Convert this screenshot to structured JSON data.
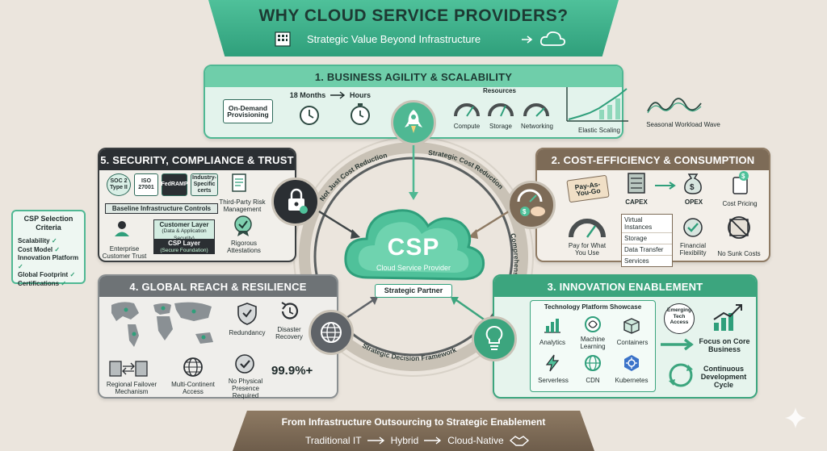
{
  "header": {
    "title": "WHY CLOUD SERVICE PROVIDERS?",
    "subtitle": "Strategic Value Beyond Infrastructure"
  },
  "center": {
    "title": "CSP",
    "subtitle": "Cloud Service Provider",
    "badge": "Strategic Partner",
    "ring_labels": [
      "Not Just Cost Reduction",
      "Strategic Cost Reduction",
      "Comprehensive Value",
      "Strategic Decision Framework"
    ]
  },
  "agility": {
    "title": "1. BUSINESS AGILITY & SCALABILITY",
    "on_demand": "On-Demand Provisioning",
    "time_from": "18 Months",
    "time_to": "Hours",
    "resources_label": "Resources",
    "gauges": [
      "Compute",
      "Storage",
      "Networking"
    ],
    "elastic": "Elastic Scaling",
    "seasonal": "Seasonal Workload Wave"
  },
  "cost": {
    "title": "2. COST-EFFICIENCY & CONSUMPTION",
    "payg": "Pay-As-You-Go",
    "capex": "CAPEX",
    "opex": "OPEX",
    "cost_pricing": "Cost Pricing",
    "pay_for_use": "Pay for What You Use",
    "usage_items": [
      "Virtual Instances",
      "Storage",
      "Data Transfer",
      "Services"
    ],
    "financial": "Financial Flexibility",
    "no_sunk": "No Sunk Costs"
  },
  "innovation": {
    "title": "3. INNOVATION ENABLEMENT",
    "showcase": "Technology Platform Showcase",
    "tech": [
      "Analytics",
      "Machine Learning",
      "Containers",
      "Serverless",
      "CDN",
      "Kubernetes"
    ],
    "emerging": "Emerging Tech Access",
    "focus": "Focus on Core Business",
    "continuous": "Continuous Development Cycle"
  },
  "global": {
    "title": "4. GLOBAL REACH & RESILIENCE",
    "redundancy": "Redundancy",
    "disaster": "Disaster Recovery",
    "failover": "Regional Failover Mechanism",
    "multi": "Multi-Continent Access",
    "no_physical": "No Physical Presence Required",
    "uptime": "99.9%+"
  },
  "security": {
    "title": "5. SECURITY, COMPLIANCE & TRUST",
    "certs": [
      "SOC 2 Type II",
      "ISO 27001",
      "FedRAMP",
      "Industry-Specific certs"
    ],
    "third_party": "Third-Party Risk Management",
    "baseline": "Baseline Infrastructure Controls",
    "customer_layer": "Customer Layer",
    "customer_layer_sub": "(Data & Application Security)",
    "csp_layer": "CSP Layer",
    "csp_layer_sub": "(Secure Foundation)",
    "enterprise": "Enterprise Customer Trust",
    "rigorous": "Rigorous Attestations"
  },
  "criteria": {
    "title": "CSP Selection Criteria",
    "items": [
      "Scalability",
      "Cost Model",
      "Innovation Platform",
      "Global Footprint",
      "Certifications"
    ]
  },
  "footer": {
    "title": "From Infrastructure Outsourcing to Strategic Enablement",
    "path": [
      "Traditional IT",
      "Hybrid",
      "Cloud-Native"
    ]
  },
  "colors": {
    "green": "#2f9f7b",
    "dark": "#2b2f33",
    "brown": "#7d6b57",
    "slate": "#5f6368"
  }
}
